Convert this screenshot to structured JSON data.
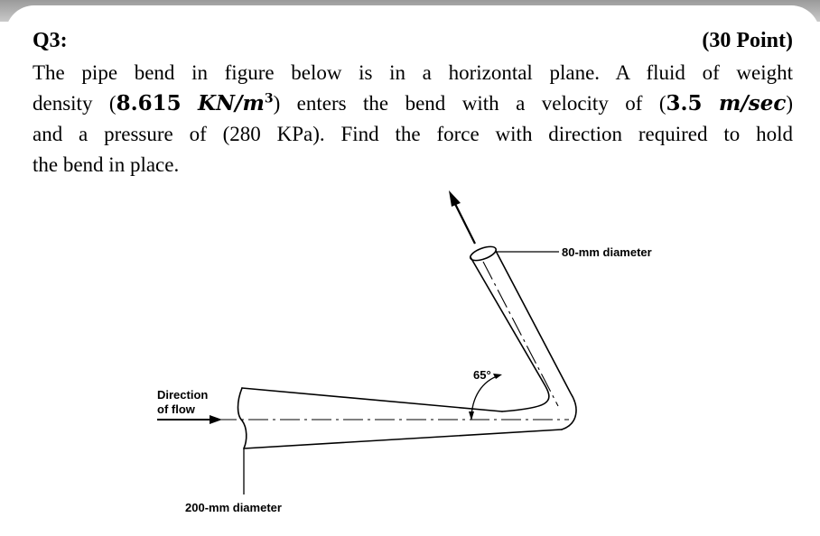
{
  "question": {
    "label": "Q3:",
    "points": "(30 Point)",
    "line1": "The pipe bend in figure below is in a horizontal plane. A fluid of weight",
    "line2_pre": "density (",
    "line2_density_value": "8.615",
    "line2_density_unit": "KN/m",
    "line2_density_exp": "3",
    "line2_mid": ") enters the bend with a velocity of (",
    "line2_velocity_value": "3.5",
    "line2_velocity_unit": "m/sec",
    "line2_post": ")",
    "line3": "and a pressure of (280 KPa). Find the force with direction required to hold",
    "line4": "the bend in place."
  },
  "figure": {
    "outlet_diameter_label": "80-mm diameter",
    "inlet_diameter_label": "200-mm diameter",
    "angle_label": "65°",
    "flow_label_line1": "Direction",
    "flow_label_line2": "of flow"
  }
}
